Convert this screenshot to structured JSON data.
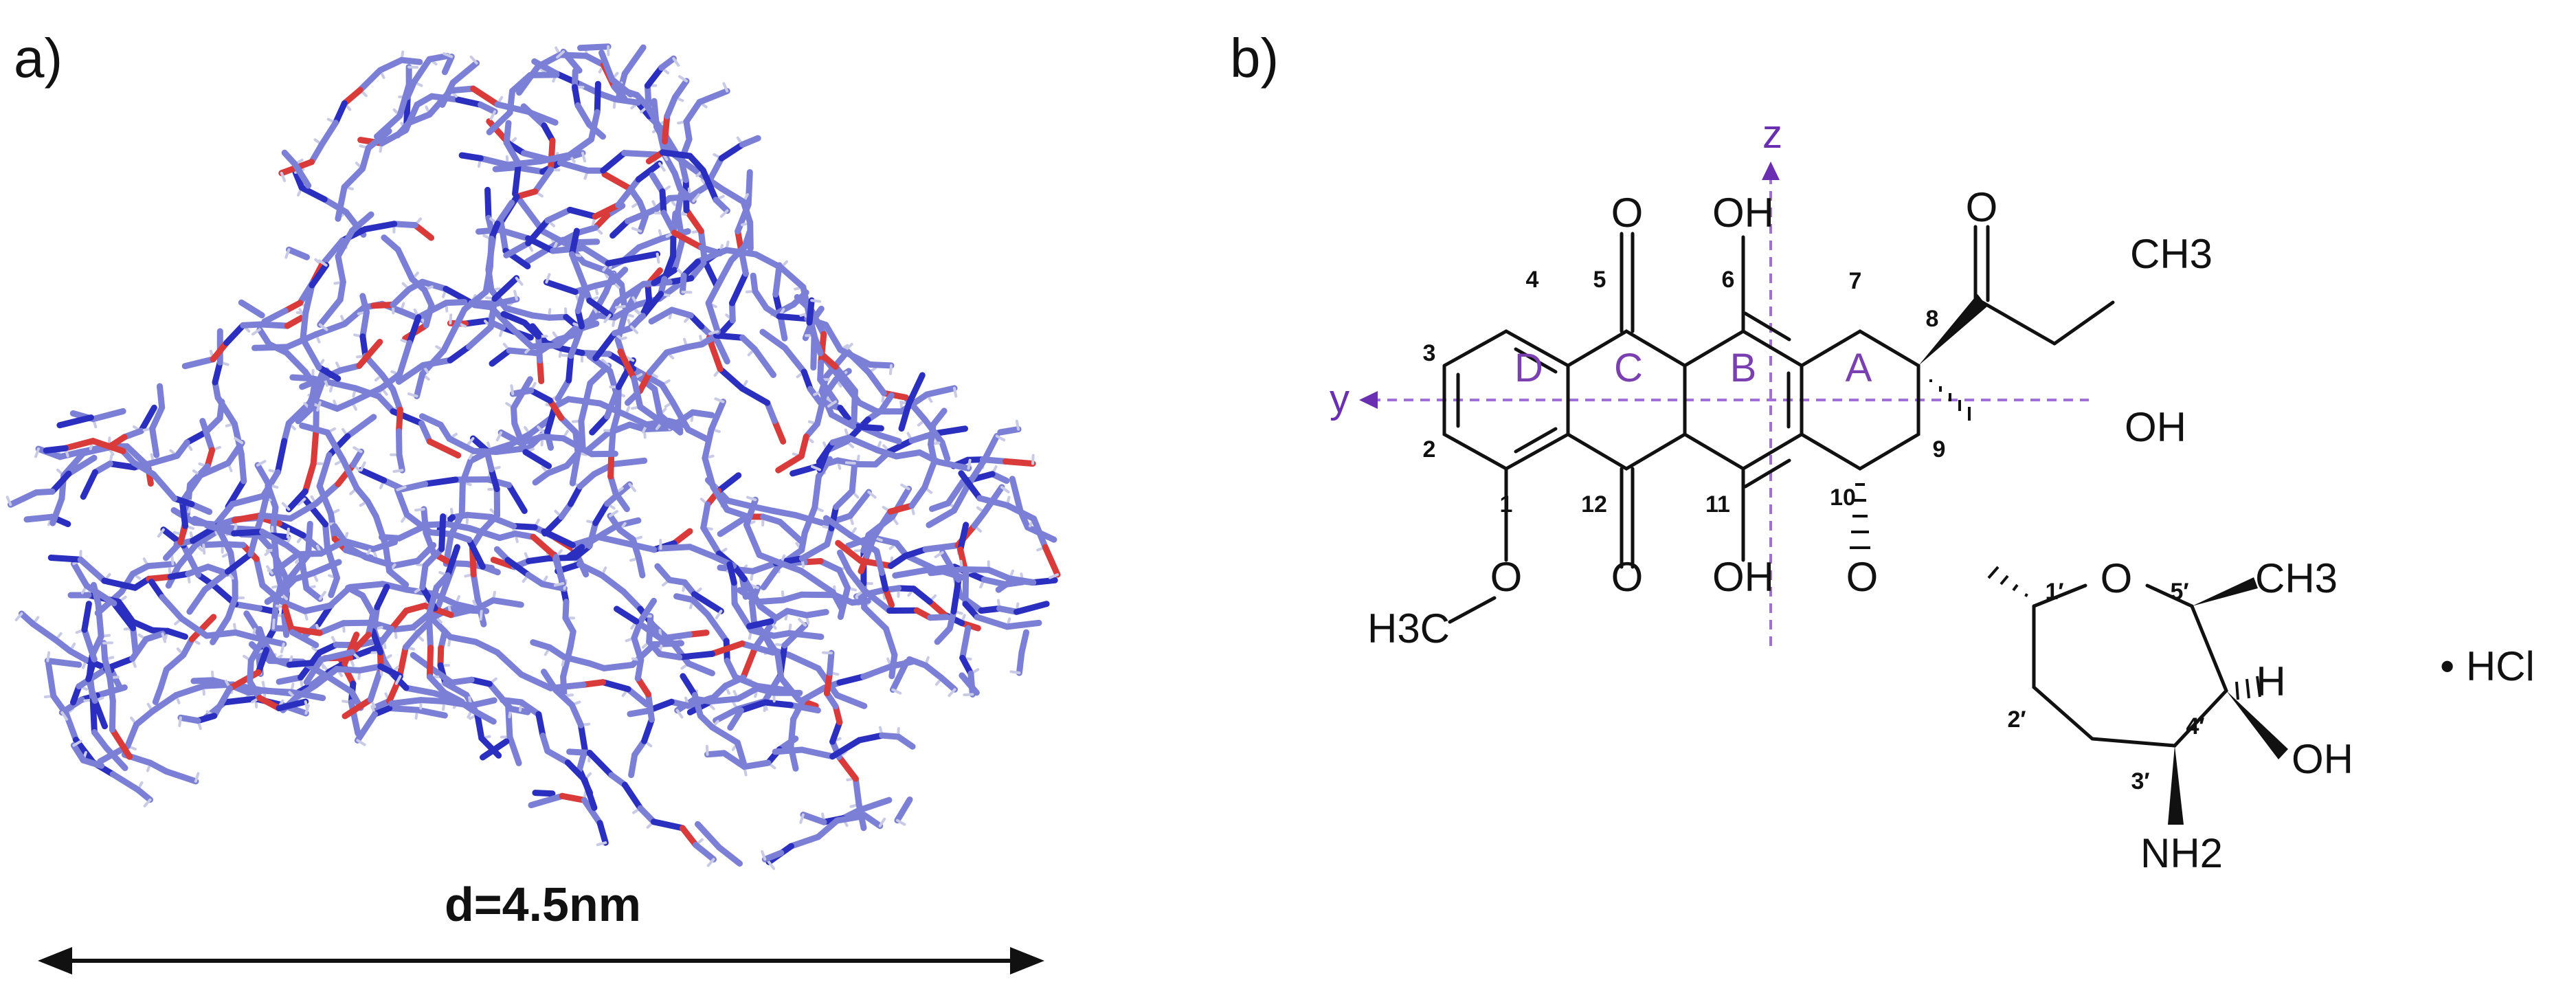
{
  "panels": {
    "a": {
      "label": "a)",
      "scale_label": "d=4.5nm",
      "colors": {
        "carbon": "#7b7fd6",
        "nitrogen": "#2b2fbf",
        "oxygen": "#d93a3a",
        "hydrogen": "#c9cbe6"
      }
    },
    "b": {
      "label": "b)",
      "axis_z": "z",
      "axis_y": "y",
      "rings": [
        "D",
        "C",
        "B",
        "A"
      ],
      "groups": {
        "oh_top": "OH",
        "oh_bottom": "OH",
        "oh_c8": "OH",
        "oh_c4p": "OH",
        "o_top": "O",
        "o_bottom": "O",
        "o_glyco": "O",
        "o_ring": "O",
        "o_ketone": "O",
        "o_methoxy": "O",
        "ch3_ethyl": "CH3",
        "ch3_sugar": "CH3",
        "h3c_methoxy": "H3C",
        "h_c4p": "H",
        "nh2": "NH2",
        "salt": "• HCl"
      },
      "atom_numbers": [
        "1",
        "2",
        "3",
        "4",
        "5",
        "6",
        "7",
        "8",
        "9",
        "10",
        "11",
        "12",
        "1′",
        "2′",
        "3′",
        "4′",
        "5′"
      ],
      "colors": {
        "guide": "#a070d8",
        "ring_label": "#7a3fb0"
      }
    }
  }
}
